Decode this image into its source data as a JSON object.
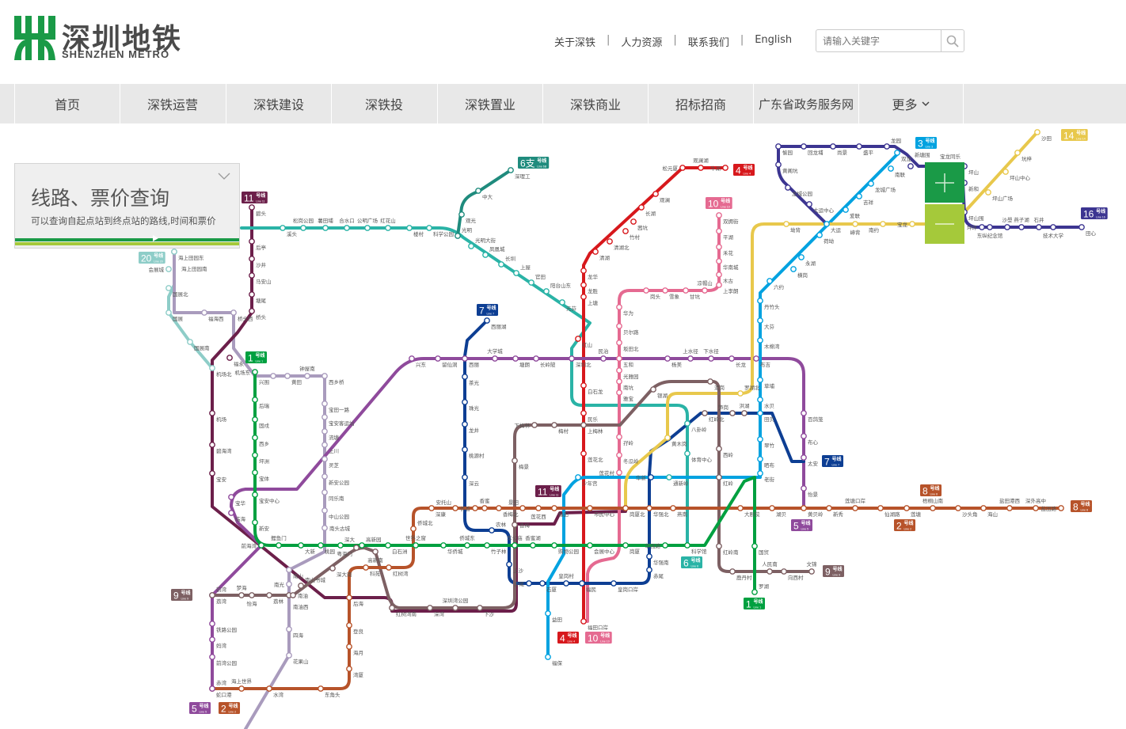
{
  "header": {
    "logo_cn": "深圳地铁",
    "logo_en": "SHENZHEN METRO",
    "links": [
      "关于深铁",
      "人力资源",
      "联系我们",
      "English"
    ],
    "separator": "|",
    "search_placeholder": "请输入关键字"
  },
  "nav": [
    "首页",
    "深铁运营",
    "深铁建设",
    "深铁投",
    "深铁置业",
    "深铁商业",
    "招标招商",
    "广东省政务服务网",
    "更多"
  ],
  "query_panel": {
    "title": "线路、票价查询",
    "subtitle": "可以查询自起点站到终点站的路线,时间和票价"
  },
  "map": {
    "line_colors": {
      "1": "#00a040",
      "2": "#b7532a",
      "3": "#00a2e0",
      "4": "#d7181c",
      "5": "#8f4a9c",
      "6": "#2ab3a6",
      "6b": "#1f8b7d",
      "7": "#0d3e93",
      "8": "#b7532a",
      "9": "#7d6063",
      "10": "#e56a91",
      "11": "#6c1f4a",
      "12": "#a99bbd",
      "14": "#e8c84c",
      "16": "#3c3591",
      "20": "#8ecdc8"
    },
    "badges": [
      {
        "num": "11",
        "hao": "号线",
        "en": "Line 11",
        "line": "11"
      },
      {
        "num": "6支",
        "hao": "号线",
        "en": "Line 6B",
        "line": "6b"
      },
      {
        "num": "4",
        "hao": "号线",
        "en": "Line 4",
        "line": "4"
      },
      {
        "num": "10",
        "hao": "号线",
        "en": "Line 10",
        "line": "10"
      },
      {
        "num": "3",
        "hao": "号线",
        "en": "Line 3",
        "line": "3"
      },
      {
        "num": "14",
        "hao": "号线",
        "en": "Line 14",
        "line": "14"
      },
      {
        "num": "16",
        "hao": "号线",
        "en": "Line 16",
        "line": "16"
      },
      {
        "num": "20",
        "hao": "号线",
        "en": "Line 20",
        "line": "20"
      },
      {
        "num": "7",
        "hao": "号线",
        "en": "Line 7",
        "line": "7"
      },
      {
        "num": "1",
        "hao": "号线",
        "en": "Line 1",
        "line": "1"
      },
      {
        "num": "7",
        "hao": "号线",
        "en": "Line 7",
        "line": "7"
      },
      {
        "num": "11",
        "hao": "号线",
        "en": "Line 11",
        "line": "11"
      },
      {
        "num": "8",
        "hao": "号线",
        "en": "Line 8",
        "line": "8"
      },
      {
        "num": "8",
        "hao": "号线",
        "en": "Line 8",
        "line": "8"
      },
      {
        "num": "5",
        "hao": "号线",
        "en": "Line 5",
        "line": "5"
      },
      {
        "num": "2",
        "hao": "号线",
        "en": "Line 2",
        "line": "2"
      },
      {
        "num": "6",
        "hao": "号线",
        "en": "Line 6",
        "line": "6"
      },
      {
        "num": "9",
        "hao": "号线",
        "en": "Line 9",
        "line": "9"
      },
      {
        "num": "1",
        "hao": "号线",
        "en": "Line 1",
        "line": "1"
      },
      {
        "num": "9",
        "hao": "号线",
        "en": "Line 9",
        "line": "9"
      },
      {
        "num": "4",
        "hao": "号线",
        "en": "Line 4",
        "line": "4"
      },
      {
        "num": "10",
        "hao": "号线",
        "en": "Line 10",
        "line": "10"
      },
      {
        "num": "5",
        "hao": "号线",
        "en": "Line 5",
        "line": "5"
      },
      {
        "num": "2",
        "hao": "号线",
        "en": "Line 2",
        "line": "2"
      }
    ],
    "stations": {
      "11": [
        "碧头",
        "后亭",
        "沙井",
        "马安山",
        "塘尾",
        "桥头",
        "福永",
        "机场",
        "碧海湾",
        "宝安"
      ],
      "6": [
        "溪头",
        "松岗公园",
        "薯田埔",
        "合水口",
        "公明广场",
        "红花山",
        "楼村",
        "科学公园",
        "光明大街",
        "凤凰城",
        "长圳",
        "上屋",
        "官田",
        "阳台山东",
        "元芬",
        "八卦岭",
        "体育中心",
        "通新岭"
      ],
      "6b": [
        "观光",
        "中大",
        "深理工",
        "光明"
      ],
      "4": [
        "牛湖",
        "观澜湖",
        "松元厦",
        "观澜",
        "长湖",
        "茜坑",
        "竹村",
        "清湖北",
        "清湖",
        "龙华",
        "龙胜",
        "上塘",
        "红山",
        "白石龙",
        "民乐",
        "莲花北",
        "福田口岸"
      ],
      "10": [
        "双拥街",
        "平湖",
        "禾花",
        "华南城",
        "木古",
        "上李朗",
        "凉帽山",
        "甘坑",
        "雪象",
        "岗头",
        "华为",
        "贝尔路",
        "坂田北",
        "五和",
        "光雅园",
        "南坑",
        "雅宝",
        "孖岭",
        "冬瓜岭",
        "莲花村"
      ],
      "5": [
        "兴东",
        "留仙洞",
        "西丽",
        "大学城",
        "塘朗",
        "长岭陂",
        "深圳北",
        "民治",
        "杨美",
        "上水径",
        "下水径",
        "长龙",
        "布吉",
        "百鸽笼",
        "布心",
        "太安",
        "怡景",
        "宝华",
        "临海",
        "荔湾",
        "铁路公园",
        "妈湾",
        "前湾公园",
        "赤湾"
      ],
      "7": [
        "西丽湖",
        "茶光",
        "珠光",
        "龙井",
        "桃源村",
        "深云",
        "农林",
        "上沙",
        "沙尾",
        "石厦",
        "皇岗村",
        "福民",
        "皇岗口岸",
        "赤尾",
        "华强南",
        "华新"
      ],
      "3": [
        "双龙",
        "南联",
        "龙城广场",
        "吉祥",
        "爱联",
        "大运",
        "荷坳",
        "永湖",
        "横岗",
        "六约",
        "丹竹头",
        "大芬",
        "木棉湾",
        "草埔",
        "水贝",
        "田贝",
        "翠竹",
        "晒布",
        "老街",
        "益田",
        "福保",
        "少年宫"
      ],
      "16": [
        "愉园",
        "回龙埔",
        "尚景",
        "盛平",
        "龙园",
        "黄阁坑",
        "龙城公园",
        "大运中心",
        "新塘围",
        "宝龙同乐",
        "坪山",
        "新和",
        "坪山围",
        "坪环",
        "沙壆",
        "燕子湖",
        "石井",
        "技术大学",
        "田心",
        "东纵纪念馆"
      ],
      "14": [
        "沙田",
        "坑梓",
        "坪山中心",
        "坪山广场",
        "宝龙",
        "南约",
        "嶂背",
        "坳背",
        "罗湖北",
        "黄木岗"
      ],
      "9": [
        "前湾",
        "梦海",
        "怡海",
        "荔林",
        "南油西",
        "南油",
        "南山书城",
        "深大南",
        "粤海门",
        "高新南",
        "红树湾南",
        "深湾",
        "深圳湾公园",
        "下沙",
        "香梅",
        "梅景",
        "下梅林",
        "梅村",
        "上梅林",
        "银湖",
        "泥岗",
        "西岭",
        "红岭",
        "红岭南",
        "鹿丹村",
        "人民南",
        "向西村",
        "文锦",
        "红岭北",
        "笋岗",
        "洪湖"
      ],
      "2": [
        "蛇口港",
        "海上世界",
        "水湾",
        "东角头",
        "湾厦",
        "海月",
        "登良",
        "后海",
        "科苑",
        "红树湾",
        "侨城北",
        "深康",
        "安托山",
        "侨香",
        "香蜜",
        "香梅北",
        "景田",
        "莲花西",
        "福田",
        "市民中心",
        "岗厦北",
        "华强北",
        "燕南",
        "大剧院",
        "湖贝",
        "黄贝岭"
      ],
      "8": [
        "新秀",
        "莲塘口岸",
        "仙湖路",
        "莲塘",
        "梧桐山南",
        "沙头角",
        "海山",
        "盐田港西",
        "深外高中",
        "盐田路"
      ],
      "1": [
        "机场东",
        "后瑞",
        "固戍",
        "西乡",
        "坪洲",
        "宝体",
        "宝安中心",
        "新安",
        "前海湾",
        "鲤鱼门",
        "大新",
        "桃园",
        "深大",
        "高新园",
        "白石洲",
        "世界之窗",
        "华侨城",
        "侨城东",
        "竹子林",
        "车公庙",
        "香蜜湖",
        "购物公园",
        "会展中心",
        "岗厦",
        "华强路",
        "科学馆",
        "国贸",
        "罗湖"
      ],
      "12": [
        "海上田园东",
        "福海西",
        "桥头西",
        "兴围",
        "黄田",
        "钟屋南",
        "西乡桥",
        "宝田一路",
        "宝安客运站",
        "流塘",
        "上川",
        "灵芝",
        "新安公园",
        "同乐南",
        "中山公园",
        "南头古城",
        "南山",
        "南光",
        "四海",
        "花果山"
      ],
      "20": [
        "海上田园南",
        "会展城",
        "国展北",
        "国展",
        "国展南",
        "机场北"
      ]
    }
  }
}
